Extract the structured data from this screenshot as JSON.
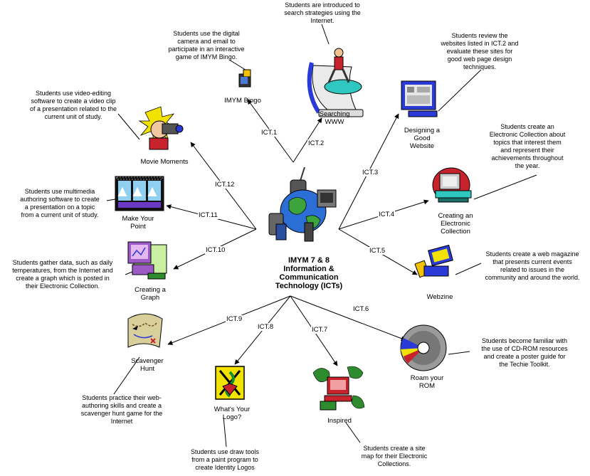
{
  "center": {
    "title": "IMYM 7 & 8\nInformation &\nCommunication\nTechnology (ICTs)",
    "icon": "globe-computer-icon"
  },
  "nodes": [
    {
      "id": "bingo",
      "label": "IMYM Bingo",
      "edge": "ICT.1",
      "icon": "camera-icon",
      "desc": "Students use the digital\ncamera and email to\nparticipate in an interactive\ngame of IMYM Bingo."
    },
    {
      "id": "searching",
      "label": "Searching\nWWW",
      "edge": "ICT.2",
      "icon": "surfer-computer-icon",
      "desc": "Students are introduced to\nsearch strategies using the\nInternet."
    },
    {
      "id": "designing",
      "label": "Designing a\nGood\nWebsite",
      "edge": "ICT.3",
      "icon": "monitor-icon",
      "desc": "Students review the\nwebsites listed in ICT.2 and\nevaluate these sites for\ngood web page design\ntechniques."
    },
    {
      "id": "collection",
      "label": "Creating an\nElectronic\nCollection",
      "edge": "ICT.4",
      "icon": "computer-desk-icon",
      "desc": "Students create an\nElectronic Collection about\ntopics that interest them\nand represent their\nachievements throughout\nthe year."
    },
    {
      "id": "webzine",
      "label": "Webzine",
      "edge": "ICT.5",
      "icon": "computer-magazine-icon",
      "desc": "Students create a web magazine\nthat presents current events\nrelated to issues in the\ncommunity and around the world."
    },
    {
      "id": "rom",
      "label": "Roam your\nROM",
      "edge": "ICT.6",
      "icon": "cd-rom-icon",
      "desc": "Students become familiar with\nthe use of CD-ROM resources\nand create a poster guide for\nthe Techie Toolkit."
    },
    {
      "id": "inspired",
      "label": "Inspired",
      "edge": "ICT.7",
      "icon": "world-computer-icon",
      "desc": "Students create a site\nmap for their Electronic\nCollections."
    },
    {
      "id": "logo",
      "label": "What's Your\nLogo?",
      "edge": "ICT.8",
      "icon": "logo-icon",
      "desc": "Students use draw tools\nfrom a paint program to\ncreate Identity Logos"
    },
    {
      "id": "scavenger",
      "label": "Scavenger\nHunt",
      "edge": "ICT.9",
      "icon": "treasure-map-icon",
      "desc": "Students practice their web-\nauthoring skills and create a\nscavenger hunt game for the\nInternet"
    },
    {
      "id": "graph",
      "label": "Creating a\nGraph",
      "edge": "ICT.10",
      "icon": "graph-computer-icon",
      "desc": "Students gather data, such as daily\ntemperatures, from the Internet and\ncreate a graph which is posted in\ntheir Electronic Collection."
    },
    {
      "id": "point",
      "label": "Make Your\nPoint",
      "edge": "ICT.11",
      "icon": "film-strip-icon",
      "desc": "Students use multimedia\nauthoring software to create\na presentation on a topic\nfrom a current unit of study."
    },
    {
      "id": "movie",
      "label": "Movie Moments",
      "edge": "ICT.12",
      "icon": "video-camera-icon",
      "desc": "Students use video-editing\nsoftware to create a video clip\nof a presentation related to the\ncurrent unit of study."
    }
  ]
}
